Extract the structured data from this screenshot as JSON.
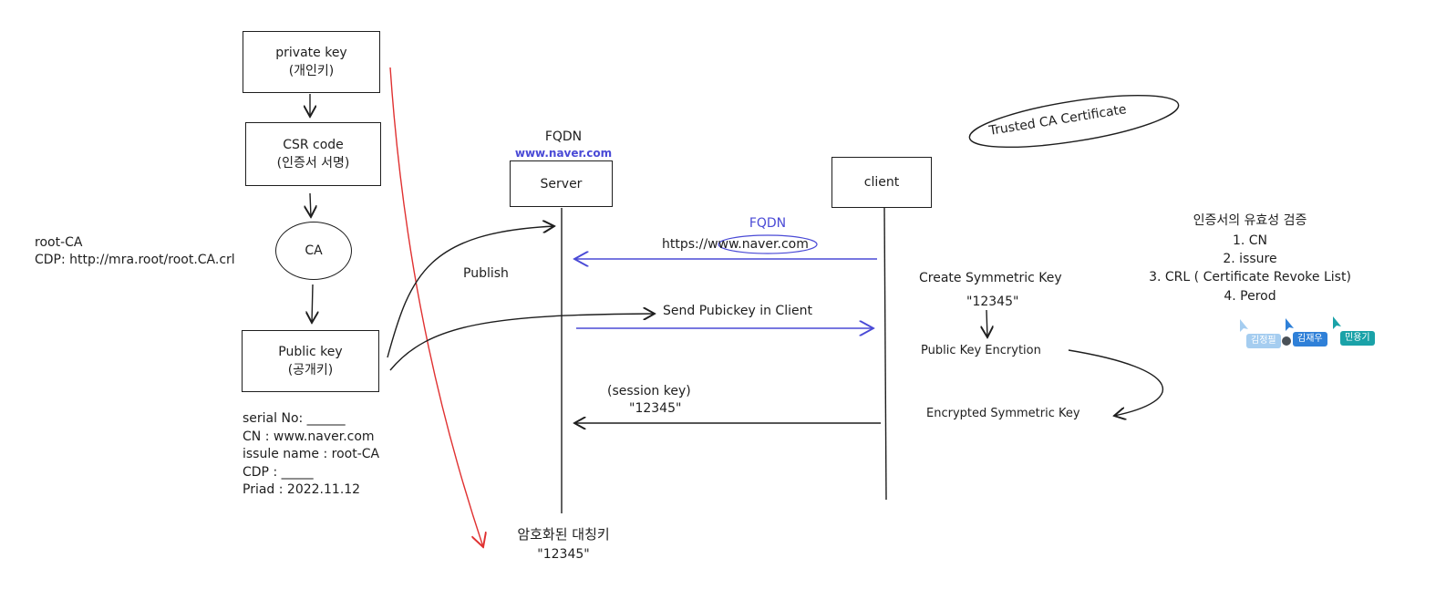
{
  "left": {
    "private_key": {
      "line1": "private key",
      "line2": "(개인키)"
    },
    "csr": {
      "line1": "CSR code",
      "line2": "(인증서 서명)"
    },
    "ca": "CA",
    "root_ca": {
      "line1": "root-CA",
      "line2": "CDP: http://mra.root/root.CA.crl"
    },
    "public_key": {
      "line1": "Public key",
      "line2": "(공개키)"
    },
    "cert_fields": [
      "serial No: ______",
      "CN : www.naver.com",
      "issule name : root-CA",
      "CDP : _____",
      "Priad : 2022.11.12"
    ]
  },
  "server": {
    "fqdn_label": "FQDN",
    "fqdn_url": "www.naver.com",
    "label": "Server"
  },
  "client": {
    "label": "client"
  },
  "arrows": {
    "publish": "Publish",
    "request_fqdn": "FQDN",
    "request_url": "https://www.naver.com",
    "send_pubkey": "Send Pubickey in Client",
    "session_key": {
      "line1": "(session key)",
      "line2": "\"12345\""
    }
  },
  "bottom_note": {
    "line1": "암호화된 대칭키",
    "line2": "\"12345\""
  },
  "client_steps": {
    "create": "Create Symmetric Key",
    "value": "\"12345\"",
    "encrypt": "Public Key Encrytion",
    "result": "Encrypted Symmetric Key"
  },
  "trusted_ca": "Trusted CA Certificate",
  "validation": {
    "title": "인증서의 유효성 검증",
    "items": [
      "1. CN",
      "2. issure",
      "3. CRL ( Certificate Revoke List)",
      "4. Perod"
    ]
  },
  "collaborators": [
    {
      "name": "김정필",
      "color": "#a5cdf0"
    },
    {
      "name": "김재우",
      "color": "#2f80d8"
    },
    {
      "name": "민용기",
      "color": "#1aa2a8"
    }
  ],
  "colors": {
    "ink": "#1e1e1e",
    "blue": "#4a4ad6",
    "red": "#e03131"
  }
}
